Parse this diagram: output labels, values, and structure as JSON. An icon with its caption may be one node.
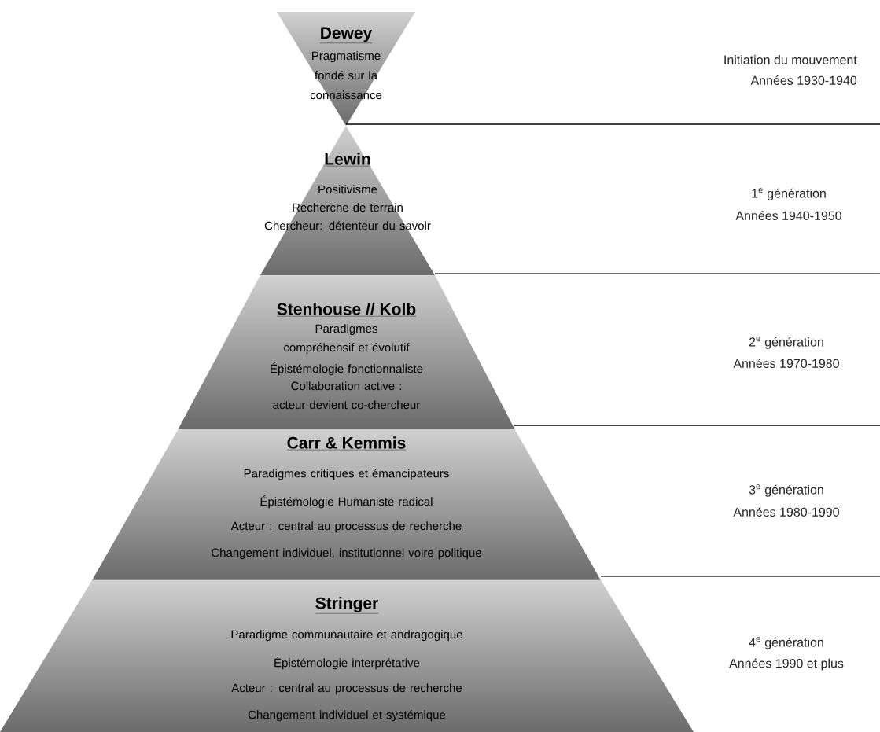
{
  "diagram": {
    "nodes": [
      {
        "text": [
          "Dewey",
          "Pragmatisme fondé sur la connaissance"
        ],
        "beside": [
          "Initiation du mouvement",
          "Années 1930-1940"
        ]
      },
      {
        "text": [
          "Lewin",
          "Positivisme",
          "Recherche de terrain",
          "Chercheur: détenteur du savoir"
        ],
        "beside": [
          "1$^{e}$ génération",
          "Années 1940-1950"
        ]
      },
      {
        "text": [
          "Stenhouse // Kolb",
          "Paradigmes compréhensif et évolutif",
          "Épistémologie fonctionnaliste",
          "Collaboration active : acteur devient co-chercheur"
        ],
        "beside": [
          "2$^{e}$ génération",
          "Années 1970-1980"
        ]
      },
      {
        "text": [
          "Carr & Kemmis",
          "Paradigmes critiques et émancipateurs",
          "Épistémologie Humaniste radical",
          "Acteur : central au processus de recherche",
          "Changement individuel, institutionnel voire politique"
        ],
        "beside": [
          "3$^{e}$ génération",
          "Années 1980-1990"
        ]
      },
      {
        "text": [
          "Stringer",
          "Paradigme communautaire et andragogique",
          "Épistémologie interprétative",
          "Acteur : central au processus de recherche",
          "Changement individuel et systémique"
        ],
        "beside": [
          "4$^{e}$ génération",
          "Années 1990 et plus"
        ]
      }
    ]
  }
}
